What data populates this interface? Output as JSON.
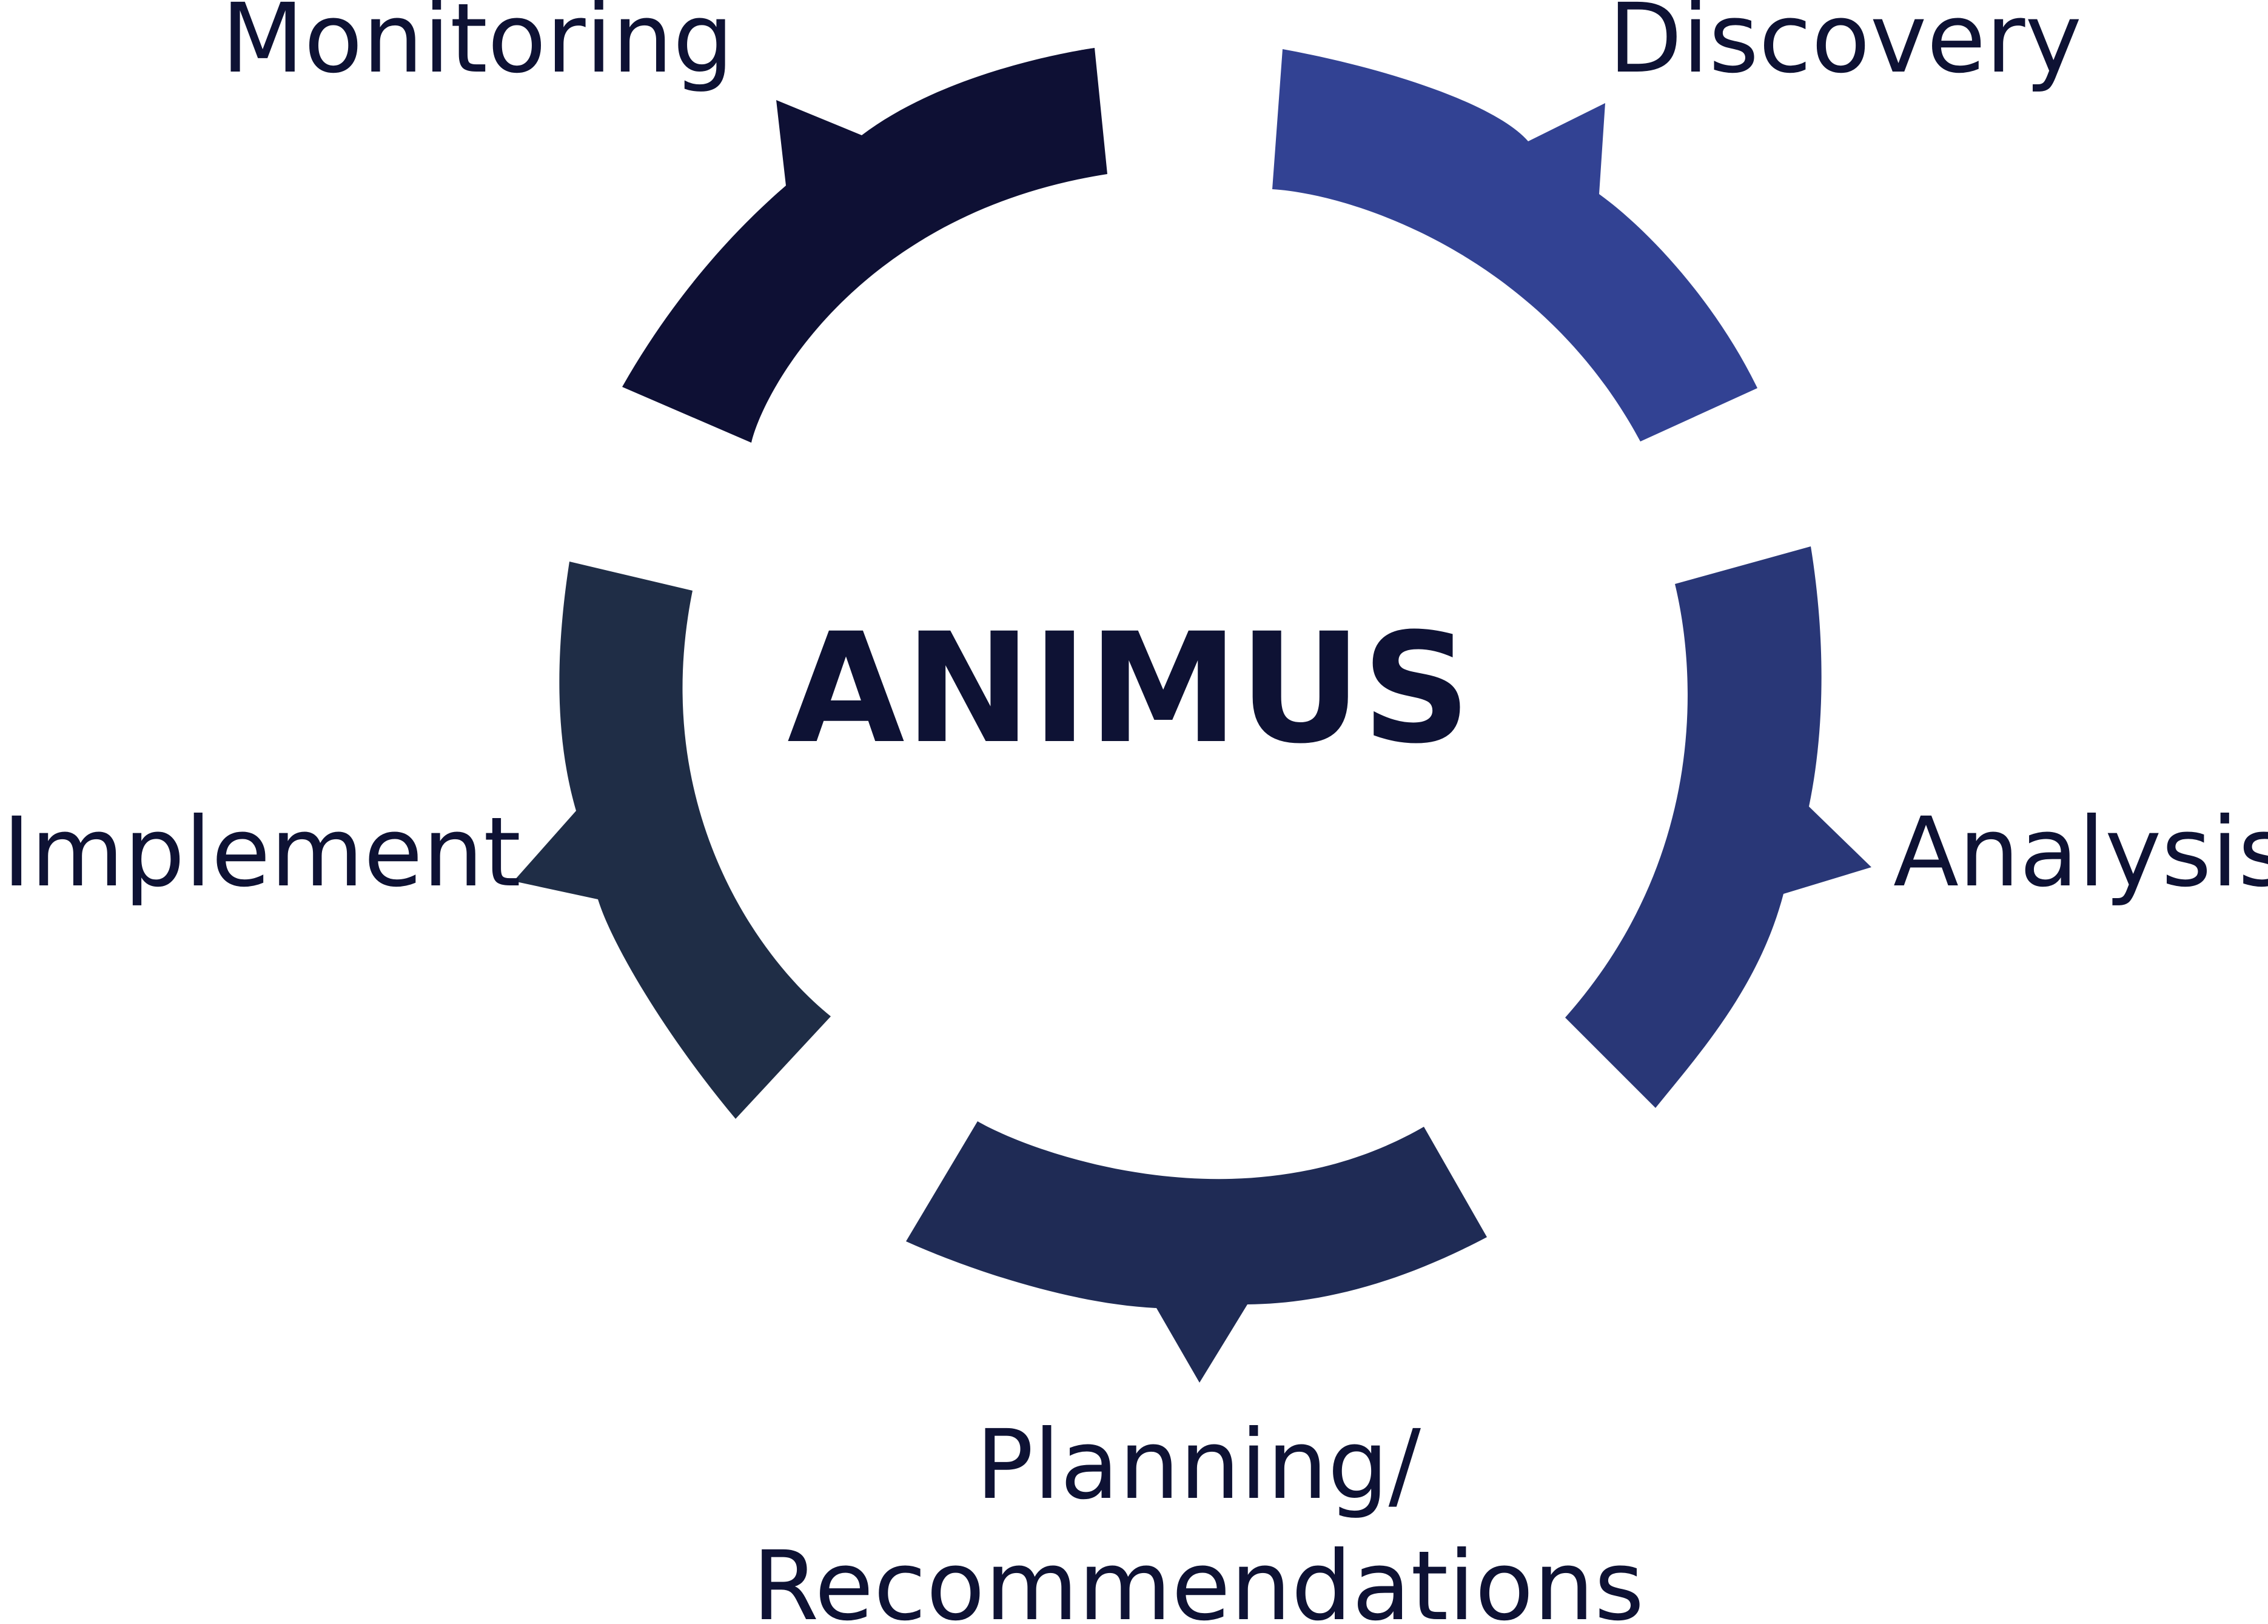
{
  "diagram": {
    "center_title": "ANIMUS",
    "text_color": "#0e1234",
    "stages": [
      {
        "label": "Discovery",
        "color": "#324293"
      },
      {
        "label": "Analysis",
        "color": "#293777"
      },
      {
        "label_line1": "Planning/",
        "label_line2": "Recommendations",
        "color": "#1f2b55"
      },
      {
        "label": "Implement",
        "color": "#1f2d46"
      },
      {
        "label": "Monitoring",
        "color": "#0e1034"
      }
    ]
  }
}
